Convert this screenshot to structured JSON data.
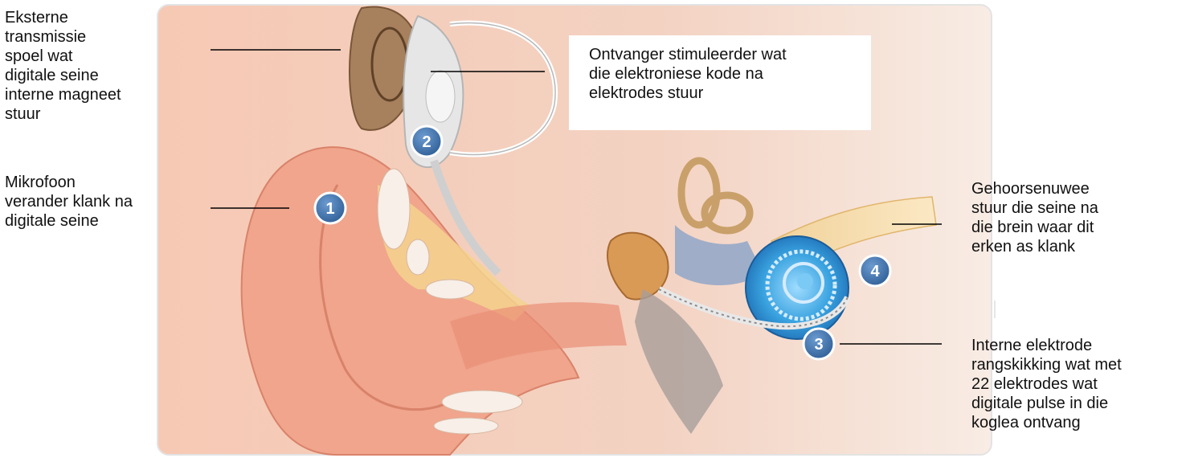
{
  "labels": {
    "external_coil": "Eksterne\ntransmissie\nspoel wat\ndigitale seine\ninterne magneet\nstuur",
    "microphone": "Mikrofoon\nverander klank na\ndigitale seine",
    "receiver_stimulator": "Ontvanger stimuleerder wat\ndie elektroniese kode na\nelektrodes stuur",
    "auditory_nerve": "Gehoorsenuwee\nstuur die seine na\ndie brein waar dit\nerken as klank",
    "electrode_array": "Interne elektrode\nrangskikking wat met\n22 elektrodes wat\ndigitale pulse in die\nkoglea ontvang"
  },
  "badges": {
    "one": "1",
    "two": "2",
    "three": "3",
    "four": "4"
  },
  "colors": {
    "skin": "#f3b9a0",
    "skin_dark": "#e9967e",
    "cochlea": "#3aa3e0",
    "badge": "#3a6ea5",
    "device": "#d8d8d8"
  }
}
